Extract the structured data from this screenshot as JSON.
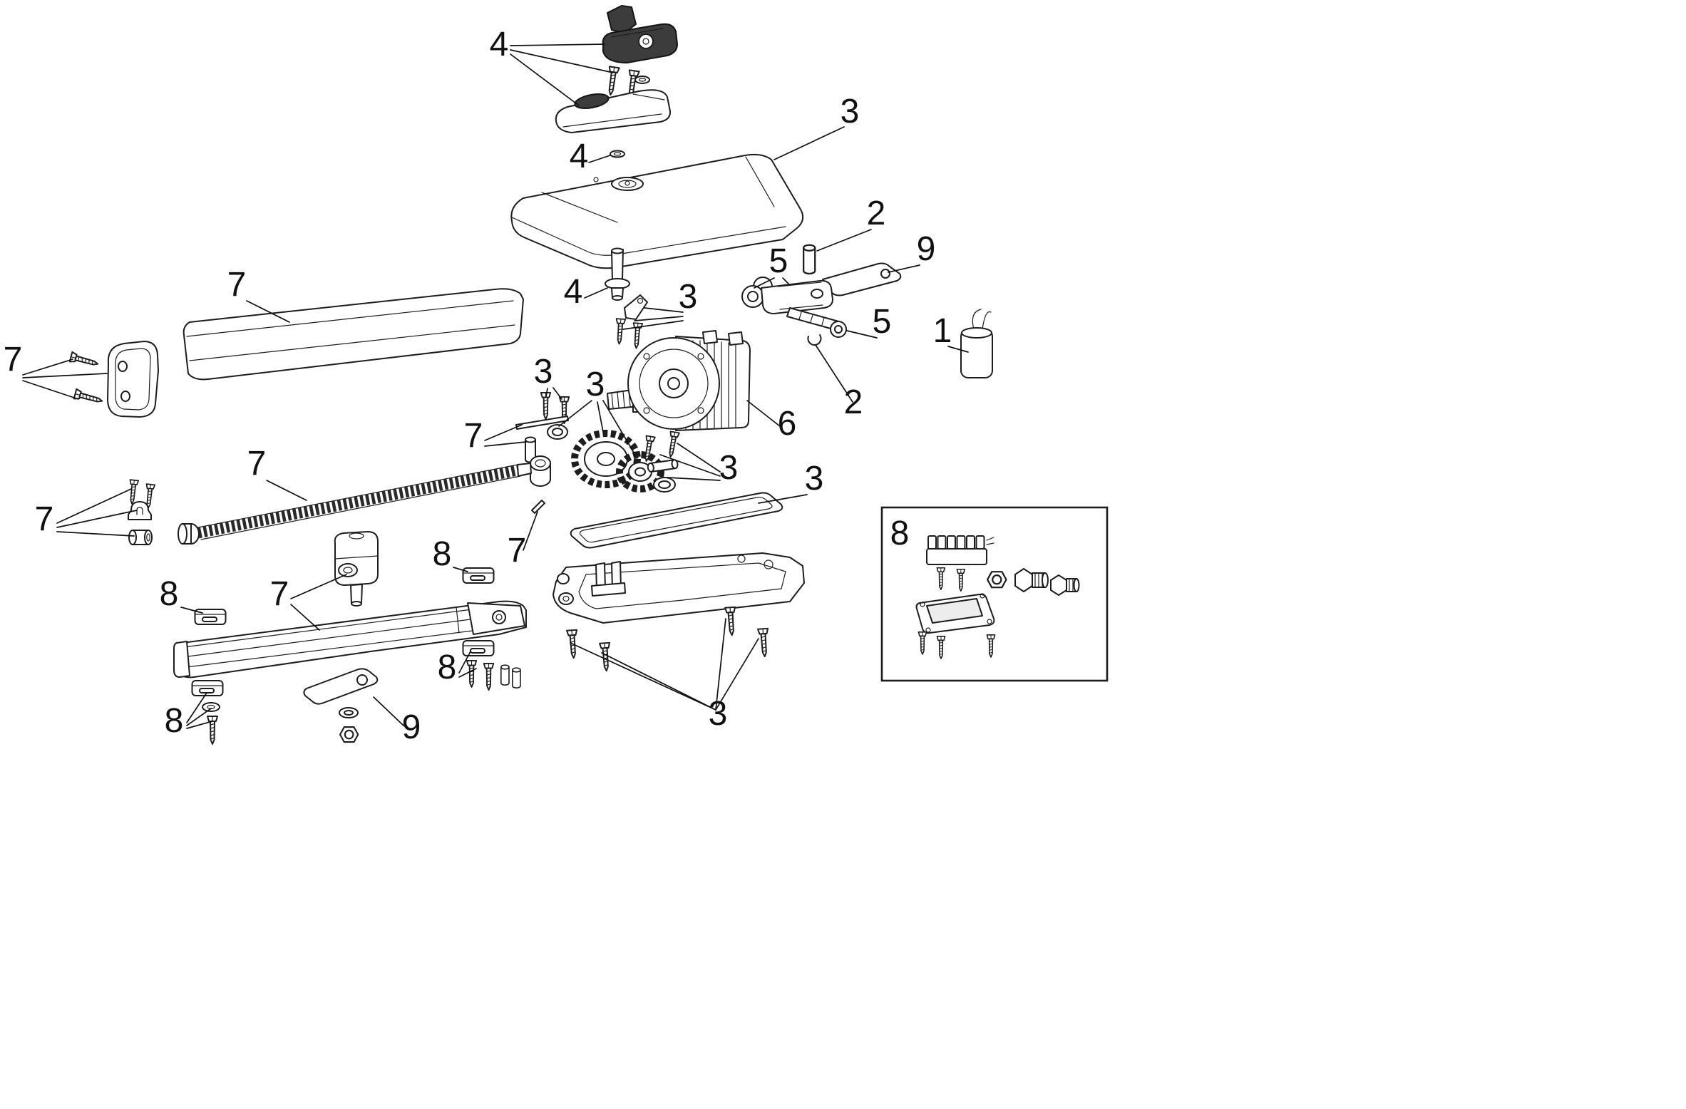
{
  "figure": {
    "type": "exploded-parts-diagram",
    "background_color": "#ffffff",
    "line_color": "#1d1d1d",
    "part_numbers_visible": [
      "1",
      "2",
      "3",
      "4",
      "5",
      "6",
      "7",
      "8",
      "9"
    ]
  },
  "callouts": [
    {
      "text": "4",
      "target": "release-lever-assembly"
    },
    {
      "text": "3",
      "target": "top-cover"
    },
    {
      "text": "4",
      "target": "washer"
    },
    {
      "text": "2",
      "target": "pivot-pin"
    },
    {
      "text": "9",
      "target": "mounting-plate"
    },
    {
      "text": "5",
      "target": "clevis-fork"
    },
    {
      "text": "7",
      "target": "profile-cover"
    },
    {
      "text": "4",
      "target": "pivot-stem"
    },
    {
      "text": "3",
      "target": "latch-lever-screws"
    },
    {
      "text": "5",
      "target": "rod-end-ring"
    },
    {
      "text": "1",
      "target": "capacitor"
    },
    {
      "text": "7",
      "target": "rear-bracket-screws"
    },
    {
      "text": "3",
      "target": "cover-screws"
    },
    {
      "text": "3",
      "target": "gear-set"
    },
    {
      "text": "2",
      "target": "circlip"
    },
    {
      "text": "6",
      "target": "motor"
    },
    {
      "text": "7",
      "target": "gear-pins"
    },
    {
      "text": "3",
      "target": "motor-screws-pin"
    },
    {
      "text": "7",
      "target": "worm-screw"
    },
    {
      "text": "3",
      "target": "gasket"
    },
    {
      "text": "7",
      "target": "clamp-bushing-screws"
    },
    {
      "text": "8",
      "target": "hardware-kit-inset"
    },
    {
      "text": "7",
      "target": "stop-pin"
    },
    {
      "text": "8",
      "target": "stop-block"
    },
    {
      "text": "7",
      "target": "drive-nut-rail"
    },
    {
      "text": "8",
      "target": "stop-block"
    },
    {
      "text": "8",
      "target": "stop-block-screws"
    },
    {
      "text": "3",
      "target": "base-screws"
    },
    {
      "text": "8",
      "target": "stop-block-screw-stack"
    },
    {
      "text": "9",
      "target": "mounting-plate"
    }
  ]
}
